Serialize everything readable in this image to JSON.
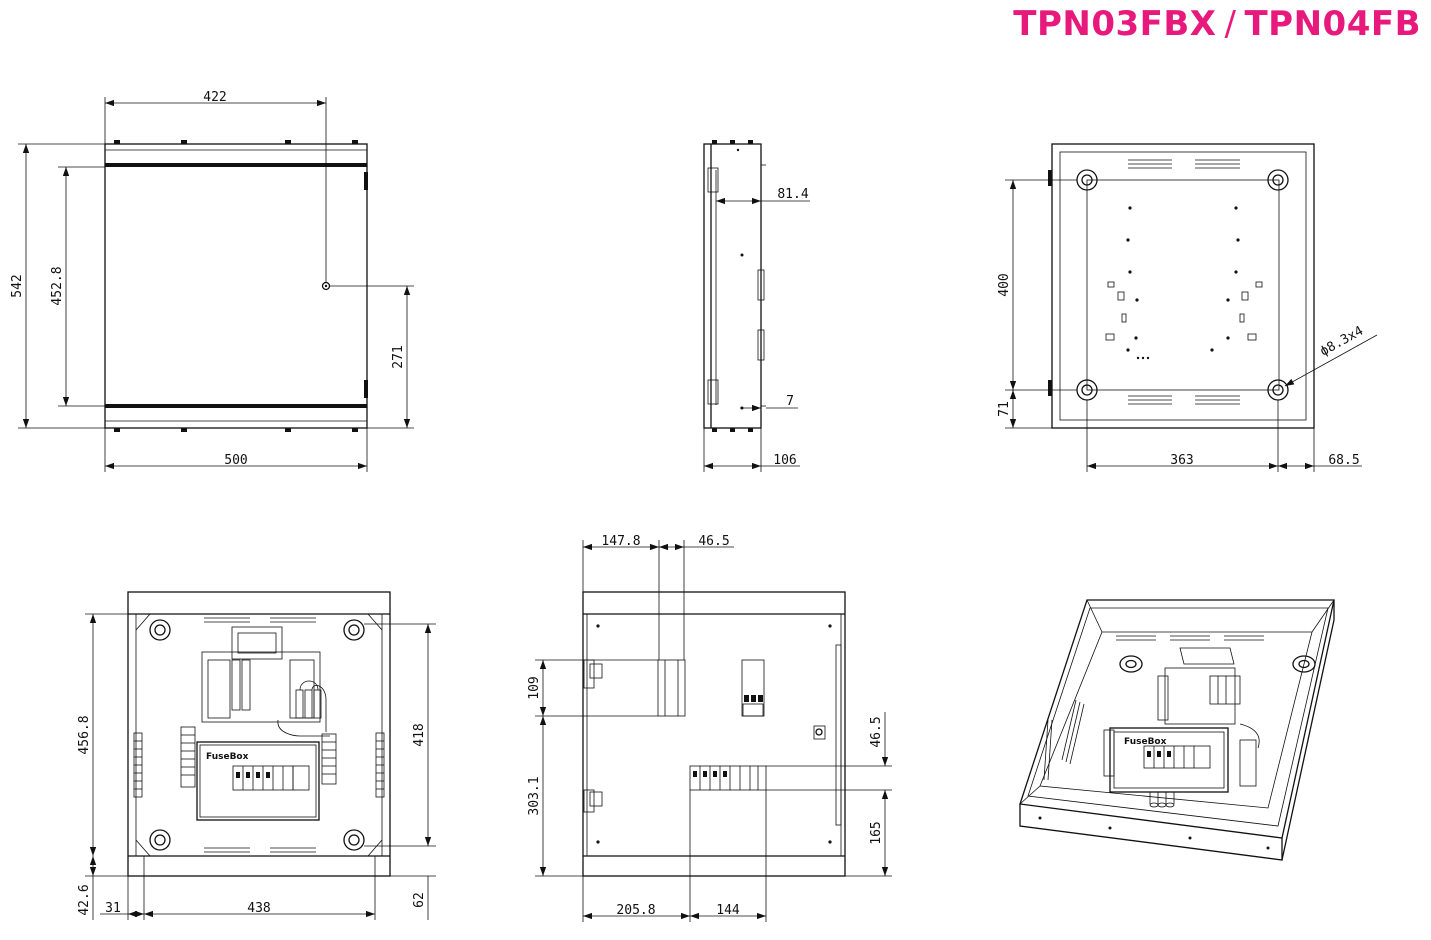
{
  "title": {
    "model_a": "TPN03FBX",
    "separator": "/",
    "model_b": "TPN04FB"
  },
  "brand_label": "FuseBox",
  "accent_color": "#e8197d",
  "dimensions": {
    "front": {
      "width_inner": "422",
      "height_total": "542",
      "height_inner": "452.8",
      "lock_height": "271",
      "width_total": "500"
    },
    "side": {
      "depth_inner": "81.4",
      "offset": "7",
      "depth_total": "106"
    },
    "rear": {
      "hole_vertical": "400",
      "bottom_offset": "71",
      "hole_horizontal": "363",
      "side_offset": "68.5",
      "hole_spec": "ϕ8.3x4"
    },
    "interior": {
      "height": "456.8",
      "inner_height": "418",
      "bottom": "42.6",
      "left": "31",
      "width": "438",
      "right": "62"
    },
    "plate": {
      "top_a": "147.8",
      "top_b": "46.5",
      "left_a": "109",
      "left_b": "303.1",
      "right_a": "46.5",
      "right_b": "165",
      "bottom_a": "205.8",
      "bottom_b": "144"
    }
  }
}
